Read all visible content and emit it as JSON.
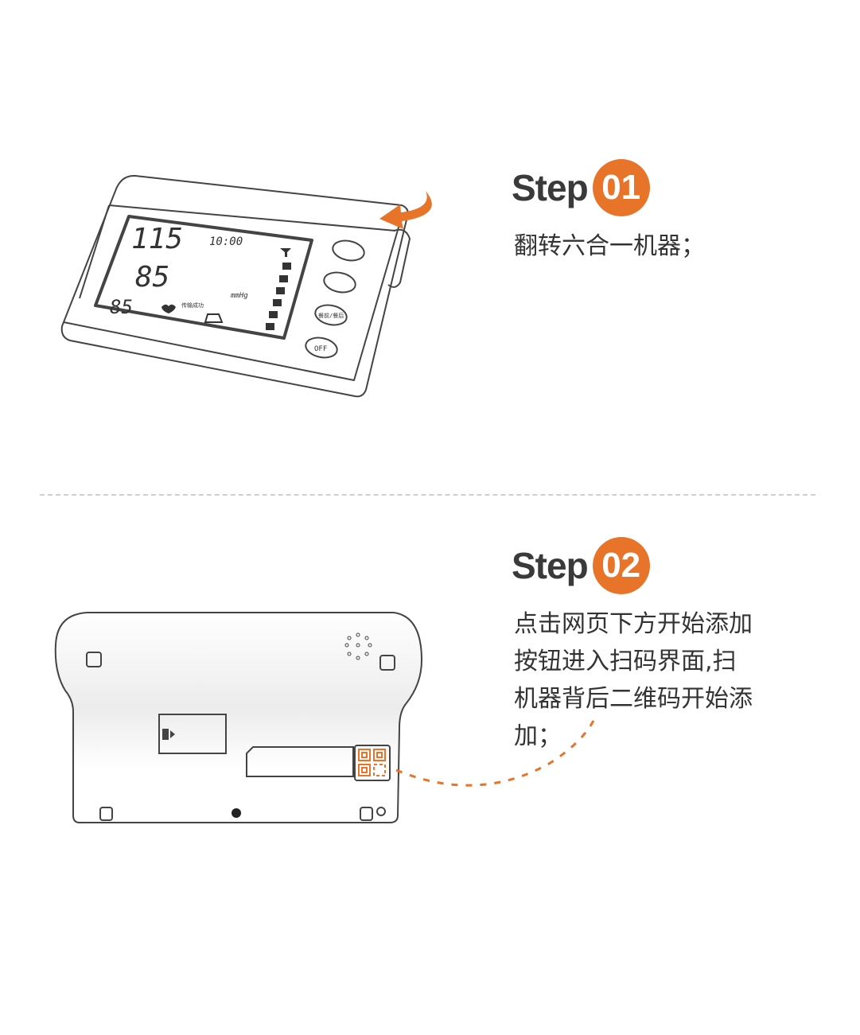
{
  "colors": {
    "accent": "#e8742a",
    "text": "#333333",
    "divider": "#cfcfcf"
  },
  "steps": [
    {
      "word": "Step",
      "number": "01",
      "lines": [
        "翻转六合一机器；"
      ]
    },
    {
      "word": "Step",
      "number": "02",
      "lines": [
        "点击网页下方开始添加",
        "按钮进入扫码界面,扫",
        "机器背后二维码开始添",
        "加；"
      ]
    }
  ],
  "device_display": {
    "systolic": "115",
    "diastolic": "85",
    "pulse": "85",
    "time": "10:00",
    "unit": "mmHg",
    "status": "传输成功",
    "buttons": [
      "餐前/餐后",
      "OFF"
    ]
  }
}
